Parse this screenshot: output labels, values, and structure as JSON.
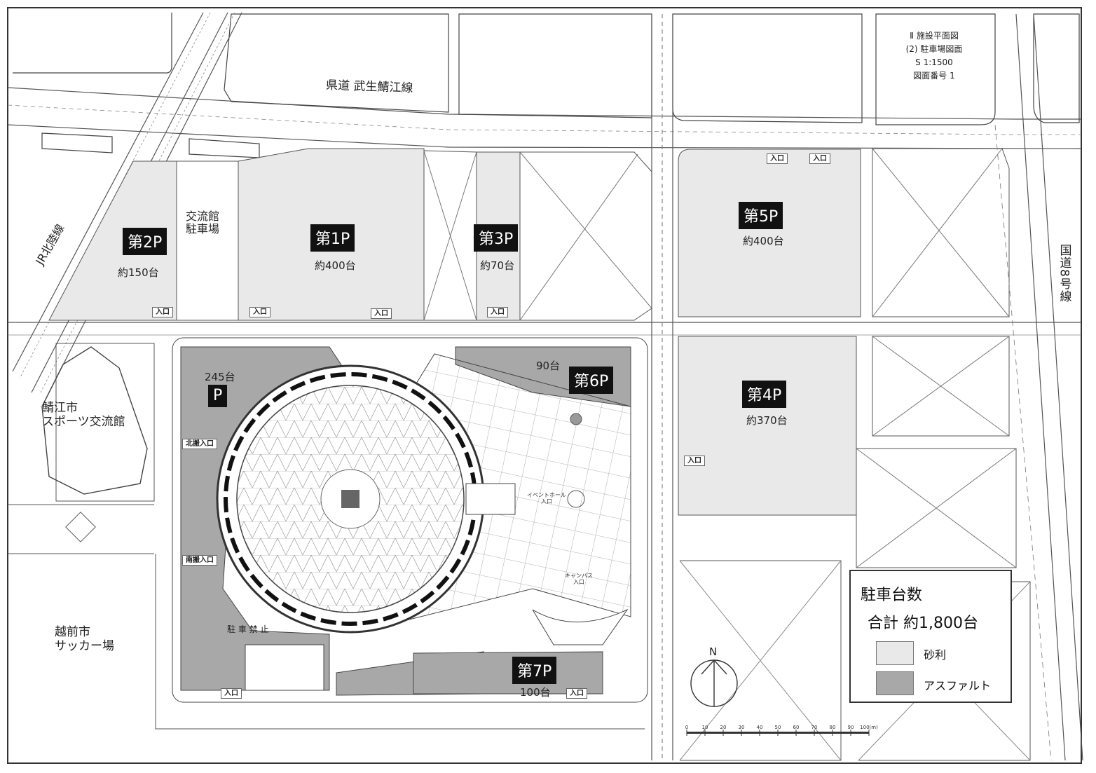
{
  "title_block": {
    "lines": [
      "Ⅱ 施設平面図",
      "(2) 駐車場図面",
      "S 1:1500",
      "図面番号 1"
    ]
  },
  "roads": {
    "prefectural": "県道 武生鯖江線",
    "railway": "JR北陸線",
    "national": "国道8号線"
  },
  "facilities": {
    "community_parking": "交流館\n駐車場",
    "sports_hall": "鯖江市\nスポーツ交流館",
    "soccer_field": "越前市\nサッカー場"
  },
  "lots": [
    {
      "id": "2P",
      "name": "第2P",
      "capacity": "約150台",
      "surface": "gravel"
    },
    {
      "id": "1P",
      "name": "第1P",
      "capacity": "約400台",
      "surface": "gravel"
    },
    {
      "id": "3P",
      "name": "第3P",
      "capacity": "約70台",
      "surface": "gravel"
    },
    {
      "id": "5P",
      "name": "第5P",
      "capacity": "約400台",
      "surface": "gravel"
    },
    {
      "id": "4P",
      "name": "第4P",
      "capacity": "約370台",
      "surface": "gravel"
    },
    {
      "id": "6P",
      "name": "第6P",
      "capacity": "90台",
      "surface": "asphalt"
    },
    {
      "id": "7P",
      "name": "第7P",
      "capacity": "100台",
      "surface": "asphalt"
    },
    {
      "id": "P",
      "name": "P",
      "capacity": "245台",
      "surface": "asphalt"
    }
  ],
  "entrance_label": "入口",
  "site_labels": {
    "north_loading": "北搬入口",
    "south_loading": "南搬入口",
    "no_parking": "駐 車 禁 止",
    "event_hall_entrance": "イベントホール\n入口",
    "campus_entrance": "キャンパス\n入口"
  },
  "legend": {
    "title": "駐車台数",
    "total": "合計  約1,800台",
    "items": [
      {
        "label": "砂利",
        "color": "#e9e9e9"
      },
      {
        "label": "アスファルト",
        "color": "#a8a8a8"
      }
    ]
  },
  "north_label": "N",
  "scale": {
    "ticks": [
      "0",
      "10",
      "20",
      "30",
      "40",
      "50",
      "60",
      "70",
      "80",
      "90",
      "100(m)"
    ]
  },
  "colors": {
    "gravel": "#e9e9e9",
    "asphalt": "#a8a8a8",
    "line": "#444444"
  }
}
